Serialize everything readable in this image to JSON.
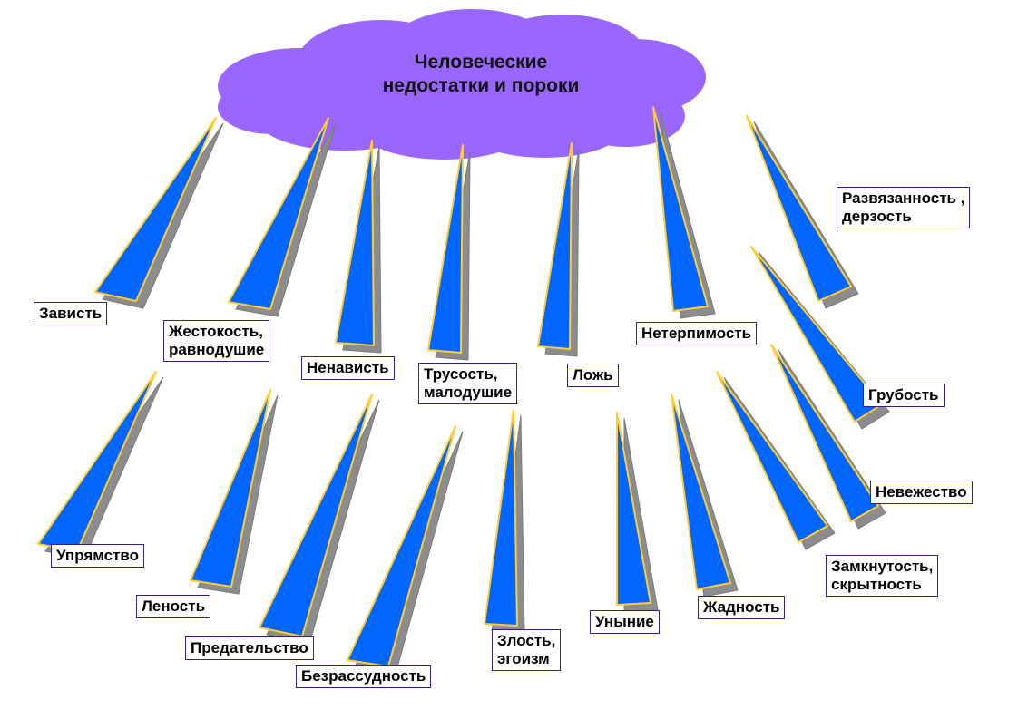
{
  "title": {
    "line1": "Человеческие",
    "line2": "недостатки и пороки"
  },
  "colors": {
    "cloud": "#9966ff",
    "wedge": "#0066ff",
    "wedge_edge": "#ffcc33",
    "shadow": "#8c8c8c",
    "label_border": "#3a1f8a"
  },
  "labels": {
    "zavist": [
      "Зависть"
    ],
    "zhestokost": [
      "Жестокость,",
      "равнодушие"
    ],
    "nenavist": [
      "Ненависть"
    ],
    "trusost": [
      "Трусость,",
      "малодушие"
    ],
    "lozh": [
      "Ложь"
    ],
    "neterpimost": [
      "Нетерпимость"
    ],
    "razvyaznost": [
      "Развязанность ,",
      "дерзость"
    ],
    "grubost": [
      "Грубость"
    ],
    "nevezhestvo": [
      "Невежество"
    ],
    "zamknutost": [
      "Замкнутость,",
      "скрытность"
    ],
    "zhadnost": [
      "Жадность"
    ],
    "unynie": [
      "Уныние"
    ],
    "zlost": [
      "Злость,",
      "эгоизм"
    ],
    "bezrassudnost": [
      "Безрассудность"
    ],
    "predatelstvo": [
      "Предательство"
    ],
    "lenost": [
      "Леность"
    ],
    "upryamstvo": [
      "Упрямство"
    ]
  }
}
